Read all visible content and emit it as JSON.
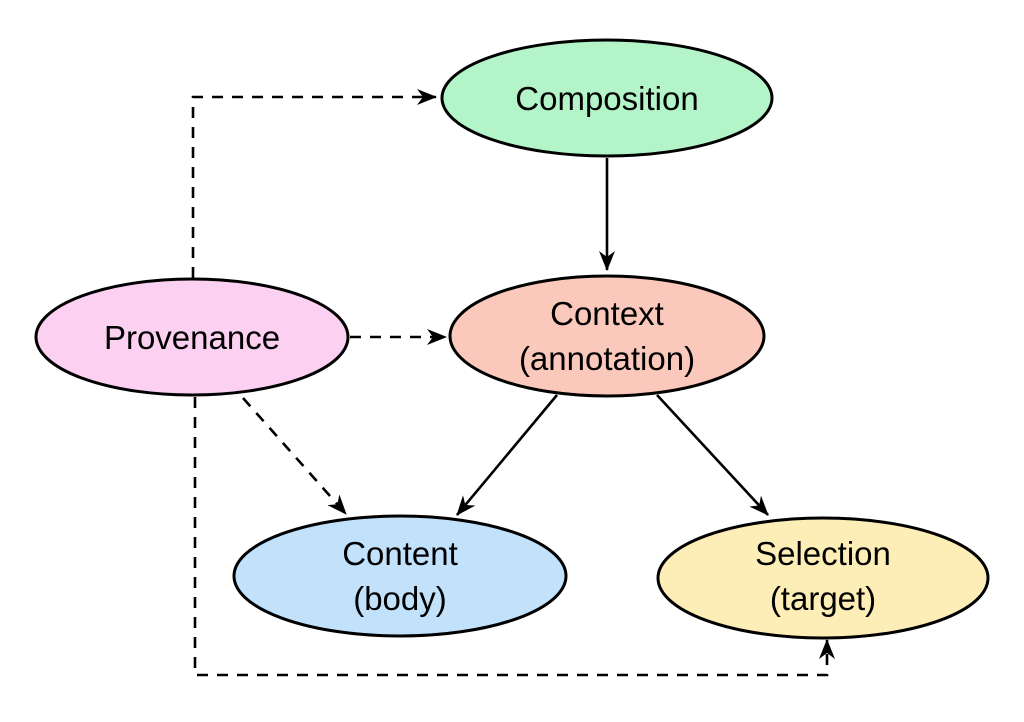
{
  "nodes": {
    "composition": {
      "lines": [
        "Composition"
      ],
      "fill": "#b3f5c8"
    },
    "context": {
      "lines": [
        "Context",
        "(annotation)"
      ],
      "fill": "#fbc8bc"
    },
    "provenance": {
      "lines": [
        "Provenance"
      ],
      "fill": "#fbd0f0"
    },
    "content": {
      "lines": [
        "Content",
        "(body)"
      ],
      "fill": "#c2e2fb"
    },
    "selection": {
      "lines": [
        "Selection",
        "(target)"
      ],
      "fill": "#fdedb6"
    }
  },
  "edges": [
    {
      "from": "composition",
      "to": "context",
      "style": "solid"
    },
    {
      "from": "context",
      "to": "content",
      "style": "solid"
    },
    {
      "from": "context",
      "to": "selection",
      "style": "solid"
    },
    {
      "from": "provenance",
      "to": "composition",
      "style": "dashed"
    },
    {
      "from": "provenance",
      "to": "context",
      "style": "dashed"
    },
    {
      "from": "provenance",
      "to": "content",
      "style": "dashed"
    },
    {
      "from": "provenance",
      "to": "selection",
      "style": "dashed"
    }
  ]
}
